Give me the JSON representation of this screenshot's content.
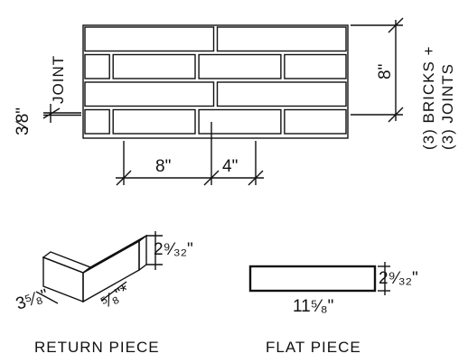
{
  "wall": {
    "rows": [
      {
        "bricks": [
          1,
          1
        ]
      },
      {
        "bricks": [
          0.3,
          1,
          1,
          0.75
        ]
      },
      {
        "bricks": [
          1,
          1
        ]
      },
      {
        "bricks": [
          0.3,
          1,
          1,
          0.75
        ]
      }
    ]
  },
  "labels": {
    "joint_fraction": "3⁄8\"",
    "joint_text": "JOINT",
    "height_dim": "8\"",
    "height_note_line1": "(3) BRICKS +",
    "height_note_line2": "(3) JOINTS",
    "width_dim_a": "8\"",
    "width_dim_b": "4\""
  },
  "return_piece": {
    "height_dim": "2⁹⁄₃₂\"",
    "depth_dim": "3⁵⁄₈\"",
    "thickness_dim": "⁵⁄₈\"*",
    "caption": "RETURN PIECE"
  },
  "flat_piece": {
    "height_dim": "2⁹⁄₃₂\"",
    "length_dim": "11⁵⁄₈\"",
    "caption": "FLAT PIECE"
  },
  "colors": {
    "line": "#111111",
    "stipple": "#9a9a9a",
    "background": "#ffffff"
  }
}
